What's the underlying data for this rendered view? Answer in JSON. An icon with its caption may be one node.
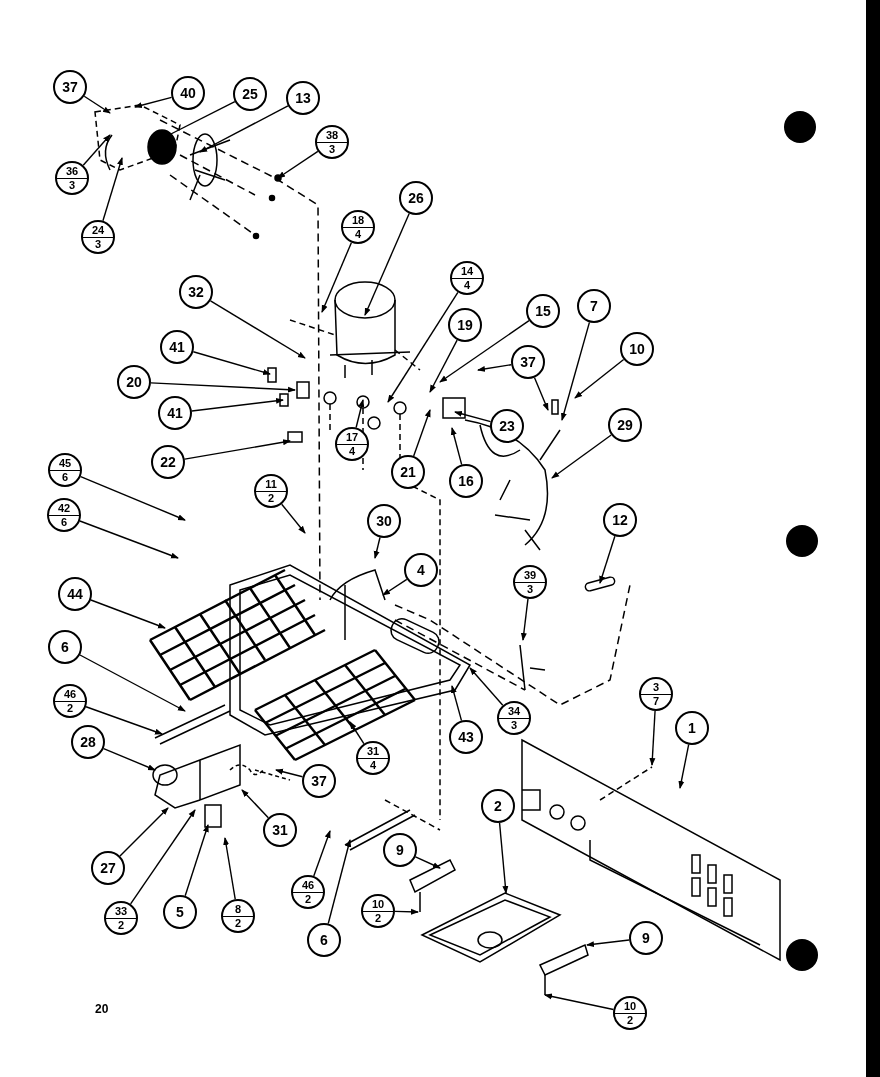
{
  "diagram": {
    "nodes": [
      {
        "text": [
          "37"
        ]
      },
      {
        "text": [
          "40"
        ]
      },
      {
        "text": [
          "25"
        ]
      },
      {
        "text": [
          "13"
        ]
      },
      {
        "text": [
          "36",
          "3"
        ]
      },
      {
        "text": [
          "24",
          "3"
        ]
      },
      {
        "text": [
          "38",
          "3"
        ]
      },
      {
        "text": [
          "26"
        ]
      },
      {
        "text": [
          "18",
          "4"
        ]
      },
      {
        "text": [
          "32"
        ]
      },
      {
        "text": [
          "14",
          "4"
        ]
      },
      {
        "text": [
          "19"
        ]
      },
      {
        "text": [
          "15"
        ]
      },
      {
        "text": [
          "7"
        ]
      },
      {
        "text": [
          "10"
        ]
      },
      {
        "text": [
          "41"
        ]
      },
      {
        "text": [
          "37"
        ]
      },
      {
        "text": [
          "23"
        ]
      },
      {
        "text": [
          "20"
        ]
      },
      {
        "text": [
          "41"
        ]
      },
      {
        "text": [
          "29"
        ]
      },
      {
        "text": [
          "21"
        ]
      },
      {
        "text": [
          "16"
        ]
      },
      {
        "text": [
          "17",
          "4"
        ]
      },
      {
        "text": [
          "22"
        ]
      },
      {
        "text": [
          "45",
          "6"
        ]
      },
      {
        "text": [
          "11",
          "2"
        ]
      },
      {
        "text": [
          "30"
        ]
      },
      {
        "text": [
          "42",
          "6"
        ]
      },
      {
        "text": [
          "12"
        ]
      },
      {
        "text": [
          "44"
        ]
      },
      {
        "text": [
          "4"
        ]
      },
      {
        "text": [
          "39",
          "3"
        ]
      },
      {
        "text": [
          "6"
        ]
      },
      {
        "text": [
          "46",
          "2"
        ]
      },
      {
        "text": [
          "34",
          "3"
        ]
      },
      {
        "text": [
          "43"
        ]
      },
      {
        "text": [
          "3",
          "7"
        ]
      },
      {
        "text": [
          "1"
        ]
      },
      {
        "text": [
          "28"
        ]
      },
      {
        "text": [
          "31",
          "4"
        ]
      },
      {
        "text": [
          "37"
        ]
      },
      {
        "text": [
          "31"
        ]
      },
      {
        "text": [
          "2"
        ]
      },
      {
        "text": [
          "27"
        ]
      },
      {
        "text": [
          "9"
        ]
      },
      {
        "text": [
          "33",
          "2"
        ]
      },
      {
        "text": [
          "5"
        ]
      },
      {
        "text": [
          "8",
          "2"
        ]
      },
      {
        "text": [
          "46",
          "2"
        ]
      },
      {
        "text": [
          "6"
        ]
      },
      {
        "text": [
          "10",
          "2"
        ]
      },
      {
        "text": [
          "9"
        ]
      },
      {
        "text": [
          "10",
          "2"
        ]
      }
    ],
    "edges": [
      {
        "from": 0,
        "to": null,
        "arrow": "to"
      },
      {
        "from": 1,
        "to": null,
        "arrow": "to"
      },
      {
        "from": 2,
        "to": null,
        "arrow": "to"
      },
      {
        "from": 3,
        "to": null,
        "arrow": "to"
      },
      {
        "from": 4,
        "to": null,
        "arrow": "to"
      },
      {
        "from": 5,
        "to": null,
        "arrow": "to"
      },
      {
        "from": 6,
        "to": null,
        "arrow": "to"
      },
      {
        "from": 7,
        "to": null,
        "arrow": "to"
      },
      {
        "from": 8,
        "to": null,
        "arrow": "to"
      },
      {
        "from": 9,
        "to": null,
        "arrow": "to"
      },
      {
        "from": 10,
        "to": null,
        "arrow": "to"
      },
      {
        "from": 11,
        "to": null,
        "arrow": "to"
      },
      {
        "from": 12,
        "to": null,
        "arrow": "to"
      },
      {
        "from": 13,
        "to": null,
        "arrow": "to"
      },
      {
        "from": 14,
        "to": null,
        "arrow": "to"
      },
      {
        "from": 15,
        "to": null,
        "arrow": "to"
      },
      {
        "from": 16,
        "to": null,
        "arrow": "to"
      },
      {
        "from": 16,
        "to": null,
        "arrow": "to"
      },
      {
        "from": 17,
        "to": null,
        "arrow": "to"
      },
      {
        "from": 18,
        "to": null,
        "arrow": "to"
      },
      {
        "from": 19,
        "to": null,
        "arrow": "to"
      },
      {
        "from": 20,
        "to": null,
        "arrow": "to"
      },
      {
        "from": 21,
        "to": null,
        "arrow": "to"
      },
      {
        "from": 22,
        "to": null,
        "arrow": "to"
      },
      {
        "from": 23,
        "to": null,
        "arrow": "to"
      },
      {
        "from": 24,
        "to": null,
        "arrow": "to"
      },
      {
        "from": 25,
        "to": null,
        "arrow": "to"
      },
      {
        "from": 26,
        "to": null,
        "arrow": "to"
      },
      {
        "from": 27,
        "to": null,
        "arrow": "to"
      },
      {
        "from": 28,
        "to": null,
        "arrow": "to"
      },
      {
        "from": 29,
        "to": null,
        "arrow": "to"
      },
      {
        "from": 30,
        "to": null,
        "arrow": "to"
      },
      {
        "from": 31,
        "to": null,
        "arrow": "to"
      },
      {
        "from": 32,
        "to": null,
        "arrow": "to"
      },
      {
        "from": 33,
        "to": null,
        "arrow": "to"
      },
      {
        "from": 34,
        "to": null,
        "arrow": "to"
      },
      {
        "from": 35,
        "to": null,
        "arrow": "to"
      },
      {
        "from": 36,
        "to": null,
        "arrow": "to"
      },
      {
        "from": 37,
        "to": null,
        "arrow": "to"
      },
      {
        "from": 38,
        "to": null,
        "arrow": "to"
      },
      {
        "from": 39,
        "to": null,
        "arrow": "to"
      },
      {
        "from": 40,
        "to": null,
        "arrow": "to"
      },
      {
        "from": 41,
        "to": null,
        "arrow": "to"
      },
      {
        "from": 42,
        "to": null,
        "arrow": "to"
      },
      {
        "from": 43,
        "to": null,
        "arrow": "to"
      },
      {
        "from": 44,
        "to": null,
        "arrow": "to"
      },
      {
        "from": 45,
        "to": null,
        "arrow": "to"
      },
      {
        "from": 46,
        "to": null,
        "arrow": "to"
      },
      {
        "from": 47,
        "to": null,
        "arrow": "to"
      },
      {
        "from": 48,
        "to": null,
        "arrow": "to"
      },
      {
        "from": 49,
        "to": null,
        "arrow": "to"
      },
      {
        "from": 50,
        "to": null,
        "arrow": "to"
      },
      {
        "from": 51,
        "to": null,
        "arrow": "to"
      },
      {
        "from": 52,
        "to": null,
        "arrow": "to"
      },
      {
        "from": 53,
        "to": null,
        "arrow": "to"
      }
    ],
    "labels": [
      "20"
    ]
  }
}
